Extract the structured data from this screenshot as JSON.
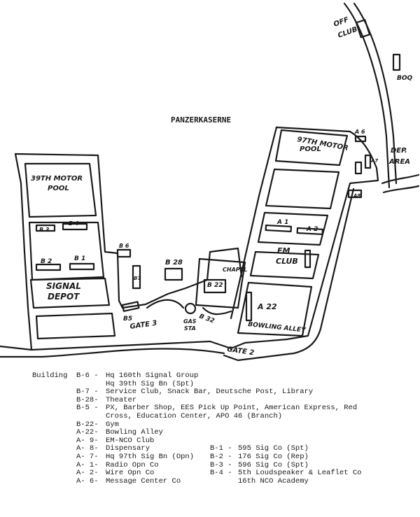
{
  "map": {
    "title": "PANZERKASERNE",
    "labels": {
      "off_club_1": "OFF",
      "off_club_2": "CLUB",
      "boq": "BOQ",
      "motor_pool_97_1": "97TH MOTOR",
      "motor_pool_97_2": "POOL",
      "a6": "A 6",
      "a7": "A7",
      "a8": "A8",
      "dep_area_1": "DEP.",
      "dep_area_2": "AREA",
      "motor_pool_39_1": "39TH MOTOR",
      "motor_pool_39_2": "POOL",
      "b3": "B 3",
      "b4": "B 4",
      "b2": "B 2",
      "b1": "B 1",
      "b6": "B 6",
      "b7": "B7",
      "signal_depot_1": "SIGNAL",
      "signal_depot_2": "DEPOT",
      "b28": "B 28",
      "chapel": "CHAPEL",
      "b22": "B 22",
      "a1": "A 1",
      "a2": "A 2",
      "em_club_1": "EM",
      "em_club_2": "CLUB",
      "a22": "A 22",
      "bowling_alley": "BOWLING ALLEY",
      "b5": "B5",
      "gate3": "GATE 3",
      "gas_sta_1": "GAS",
      "gas_sta_2": "STA",
      "b32": "B 32",
      "gate2": "GATE 2"
    }
  },
  "legend": {
    "building_prefix": "Building",
    "entries": [
      {
        "code": "B-6 -",
        "text": "Hq 160th Signal Group"
      },
      {
        "code": "",
        "text": "Hq 39th Sig Bn (Spt)"
      },
      {
        "code": "B-7 -",
        "text": "Service Club, Snack Bar, Deutsche Post, Library"
      },
      {
        "code": "B-28-",
        "text": "Theater"
      },
      {
        "code": "B-5 -",
        "text": "PX, Barber Shop, EES Pick Up Point, American Express, Red"
      },
      {
        "code": "",
        "text": "Cross, Education Center, APO 46 (Branch)"
      },
      {
        "code": "B-22-",
        "text": "Gym"
      },
      {
        "code": "A-22-",
        "text": "Bowling Alley"
      },
      {
        "code": "A- 9-",
        "text": "EM-NCO Club"
      },
      {
        "code": "A- 8-",
        "text": "Dispensary"
      },
      {
        "code": "A- 7-",
        "text": "Hq 97th Sig Bn (Opn)"
      },
      {
        "code": "A- 1-",
        "text": "Radio Opn Co"
      },
      {
        "code": "A- 2-",
        "text": "Wire Opn Co"
      },
      {
        "code": "A- 6-",
        "text": "Message Center Co"
      }
    ],
    "right_entries": [
      {
        "code": "B-1 -",
        "text": "595 Sig Co (Spt)"
      },
      {
        "code": "B-2 -",
        "text": "176 Sig Co (Rep)"
      },
      {
        "code": "B-3 -",
        "text": "596 Sig Co (Spt)"
      },
      {
        "code": "B-4 -",
        "text": "5th Loudspeaker & Leaflet Co"
      },
      {
        "code": "",
        "text": "16th NCO Academy"
      }
    ]
  }
}
